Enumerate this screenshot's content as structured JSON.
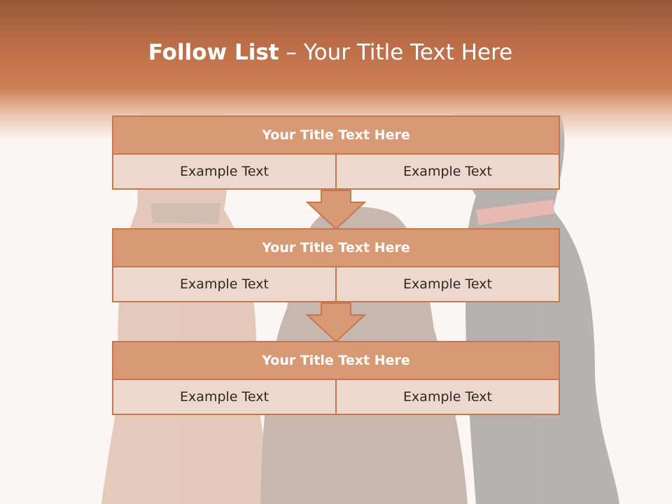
{
  "slide": {
    "title_bold": "Follow List",
    "title_rest": " – Your Title Text Here"
  },
  "blocks": [
    {
      "title": "Your Title Text Here",
      "cells": [
        "Example Text",
        "Example Text"
      ]
    },
    {
      "title": "Your Title Text Here",
      "cells": [
        "Example Text",
        "Example Text"
      ]
    },
    {
      "title": "Your Title Text Here",
      "cells": [
        "Example Text",
        "Example Text"
      ]
    }
  ],
  "colors": {
    "banner": "#c47a52",
    "block_title": "#d89a75",
    "block_cell": "#eed7cc",
    "border": "#c4784f",
    "arrow": "#d89a75"
  },
  "background_image": "three-dogs-photo"
}
